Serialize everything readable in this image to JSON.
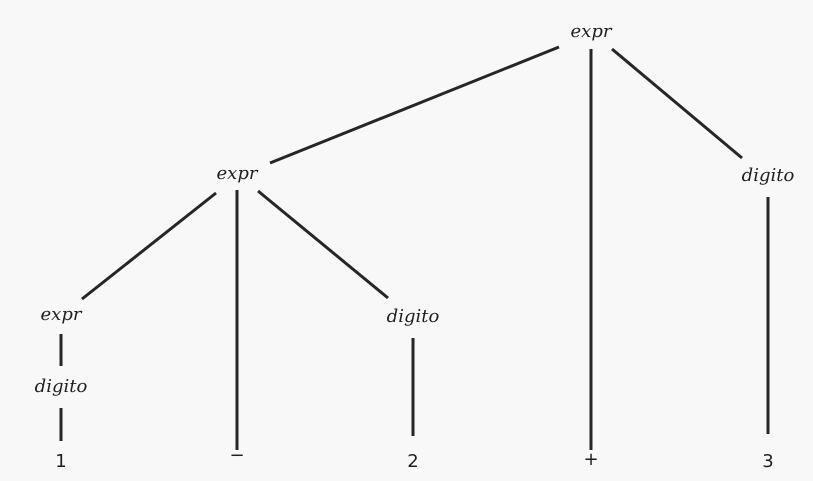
{
  "tree": {
    "nodes": {
      "root_expr": "expr",
      "left_expr": "expr",
      "leaf_expr": "expr",
      "digito_top_right": "digito",
      "digito_mid": "digito",
      "digito_low": "digito"
    },
    "terminals": {
      "t1": "1",
      "minus": "−",
      "t2": "2",
      "plus": "+",
      "t3": "3"
    }
  }
}
